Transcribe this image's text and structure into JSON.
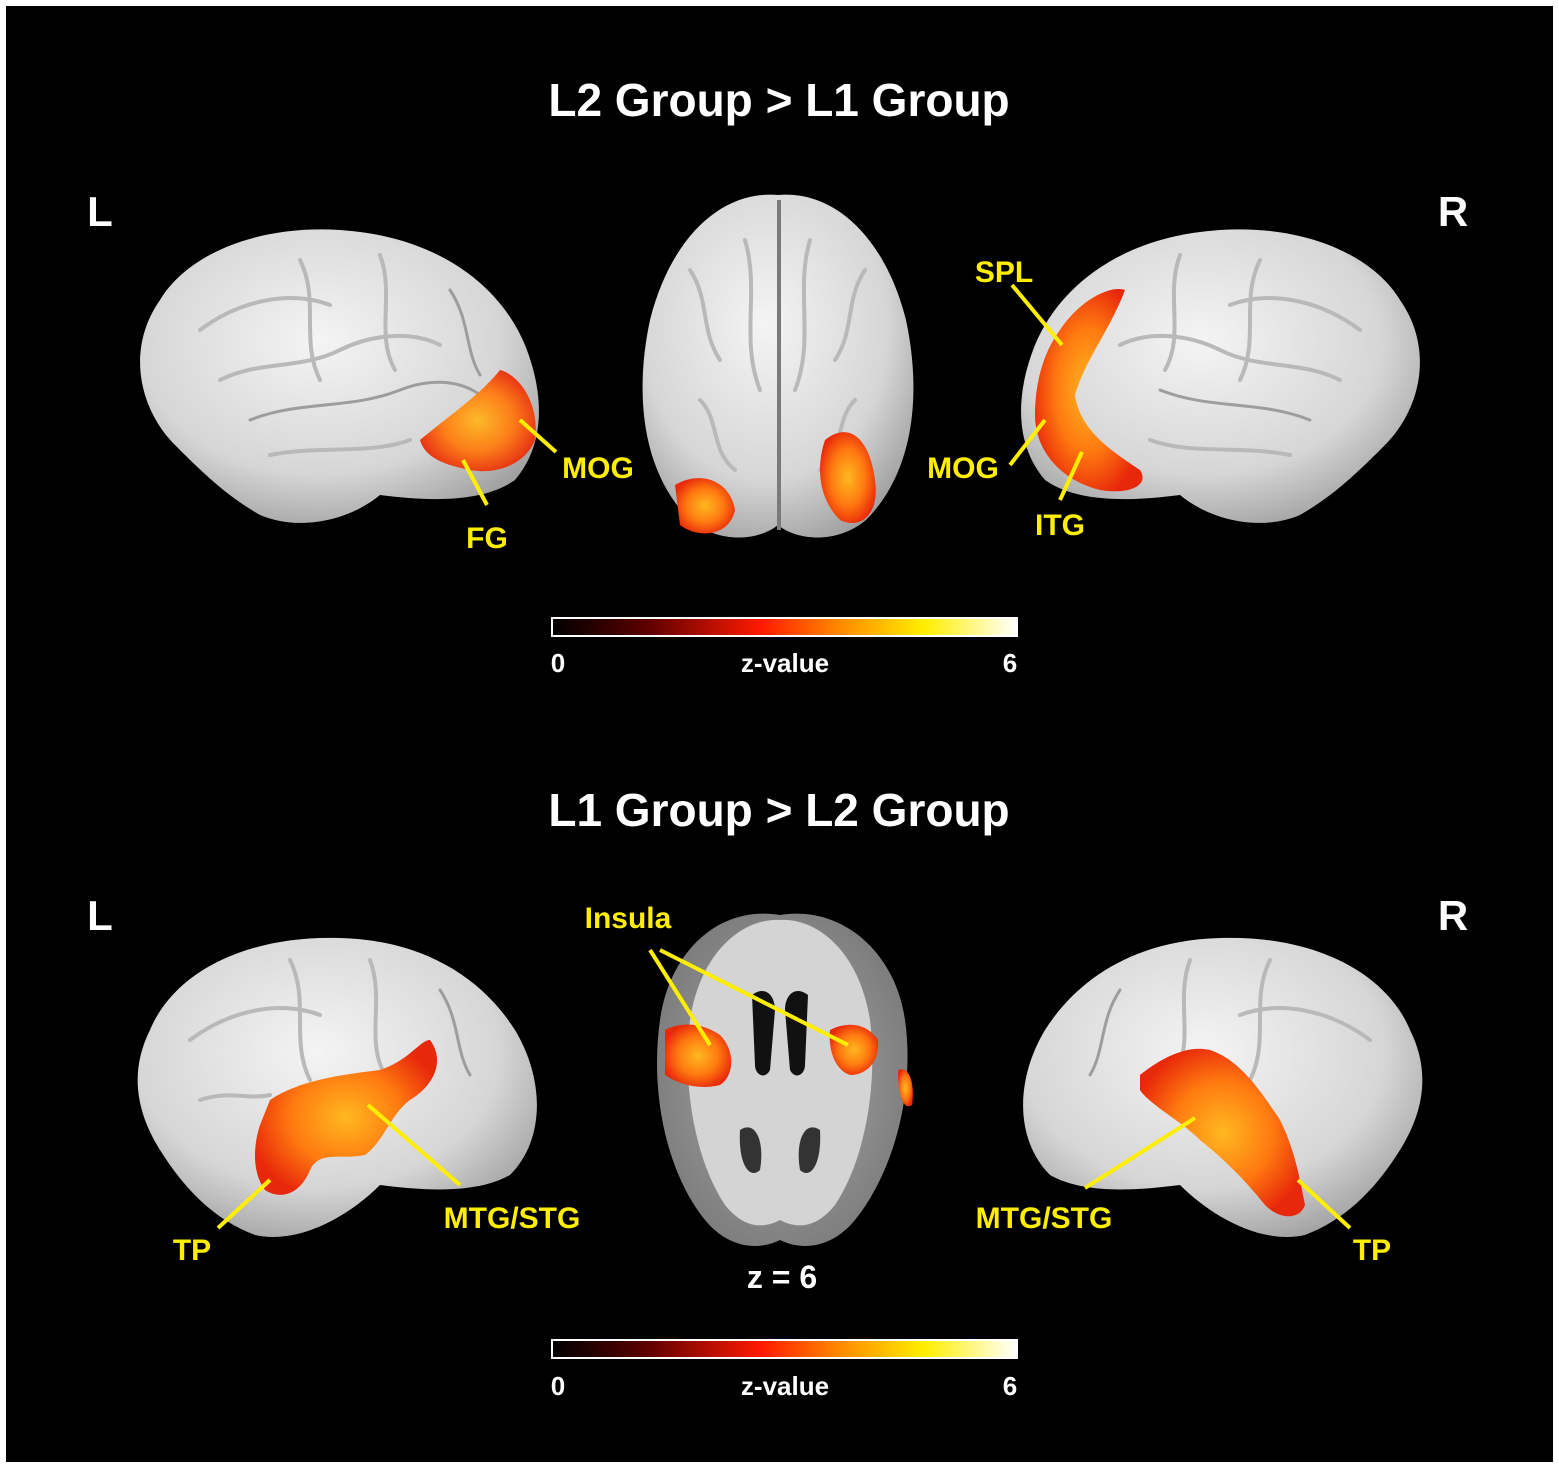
{
  "top_panel": {
    "title": "L2 Group > L1 Group",
    "left_label": "L",
    "right_label": "R",
    "regions": {
      "left_mog": "MOG",
      "left_fg": "FG",
      "right_spl": "SPL",
      "right_mog": "MOG",
      "right_itg": "ITG"
    },
    "colorbar": {
      "min": "0",
      "label": "z-value",
      "max": "6"
    }
  },
  "bottom_panel": {
    "title": "L1 Group > L2 Group",
    "left_label": "L",
    "right_label": "R",
    "regions": {
      "left_tp": "TP",
      "left_mtg_stg": "MTG/STG",
      "insula": "Insula",
      "right_mtg_stg": "MTG/STG",
      "right_tp": "TP"
    },
    "slice_label": "z = 6",
    "colorbar": {
      "min": "0",
      "label": "z-value",
      "max": "6"
    }
  },
  "colors": {
    "background": "#000000",
    "annotation": "#ffee00",
    "brain_surface": "#d9d9d9",
    "activation_low": "#e8280a",
    "activation_mid": "#ff7a10",
    "activation_high": "#ffb820"
  }
}
